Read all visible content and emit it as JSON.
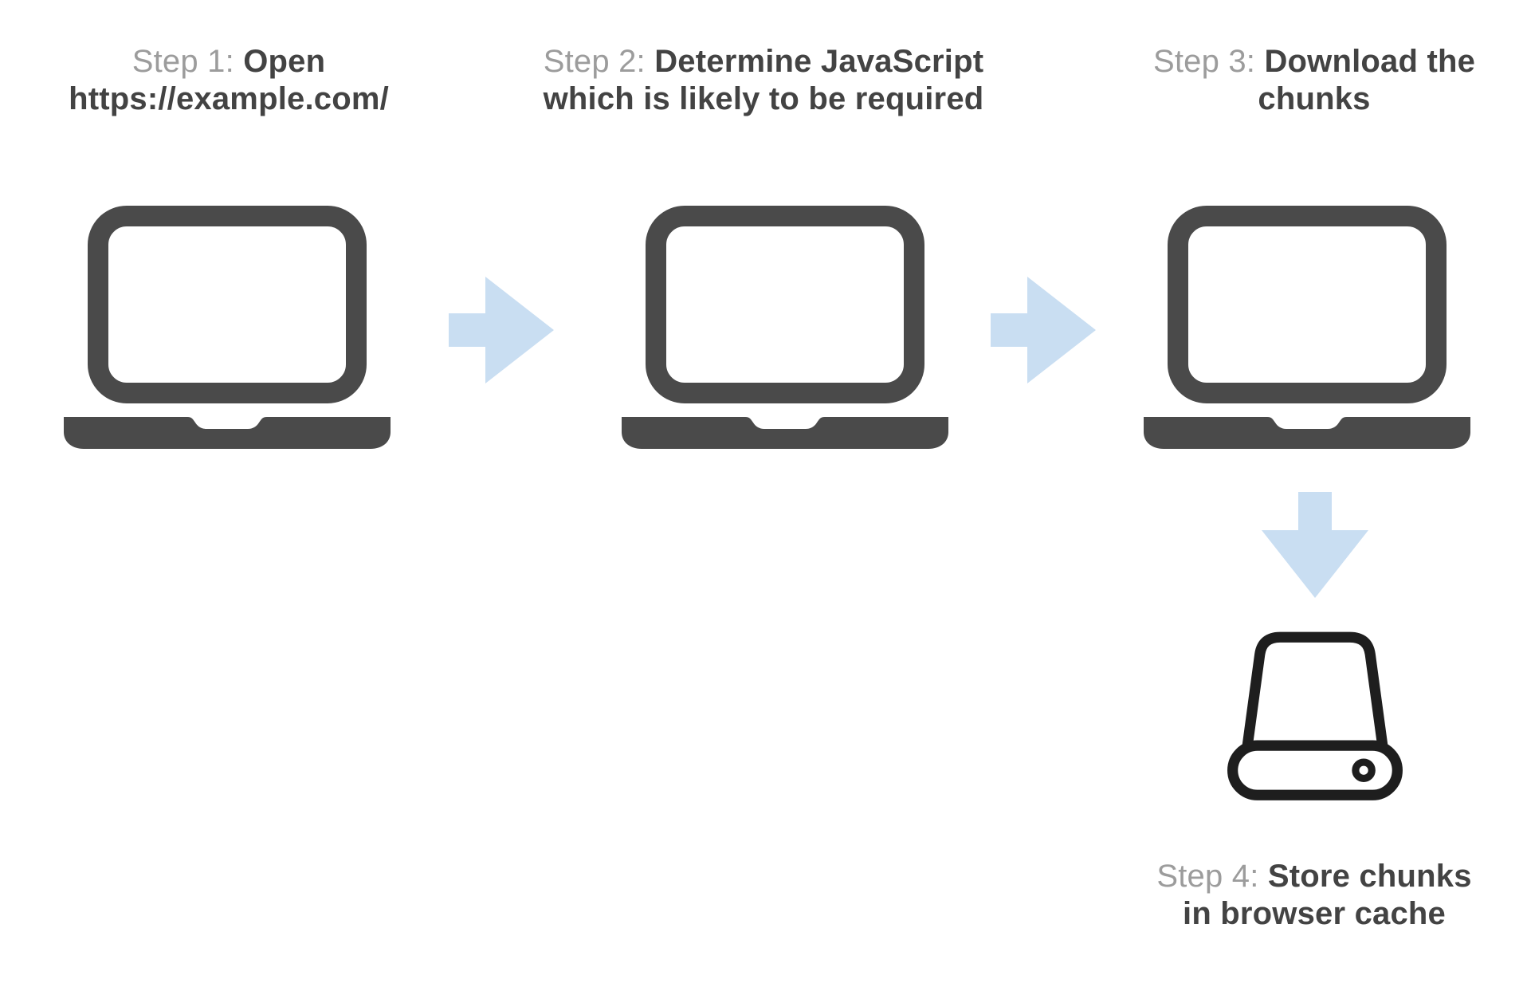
{
  "colors": {
    "laptop": "#4a4a4a",
    "drive": "#1e1e1e",
    "arrow": "#c9def2",
    "text_muted": "#9c9c9c",
    "text_bold": "#434343",
    "background": "#ffffff"
  },
  "steps": [
    {
      "prefix": "Step 1:",
      "line1": "Open",
      "line2": "https://example.com/",
      "icon": "laptop-icon"
    },
    {
      "prefix": "Step 2:",
      "line1": "Determine JavaScript",
      "line2": "which is likely to be required",
      "icon": "laptop-icon"
    },
    {
      "prefix": "Step 3:",
      "line1": "Download the",
      "line2": "chunks",
      "icon": "laptop-icon"
    },
    {
      "prefix": "Step 4:",
      "line1": "Store chunks",
      "line2": "in browser cache",
      "icon": "hard-drive-icon"
    }
  ],
  "arrows": [
    {
      "icon": "arrow-right-icon",
      "from": "step-1",
      "to": "step-2"
    },
    {
      "icon": "arrow-right-icon",
      "from": "step-2",
      "to": "step-3"
    },
    {
      "icon": "arrow-down-icon",
      "from": "step-3",
      "to": "step-4"
    }
  ]
}
